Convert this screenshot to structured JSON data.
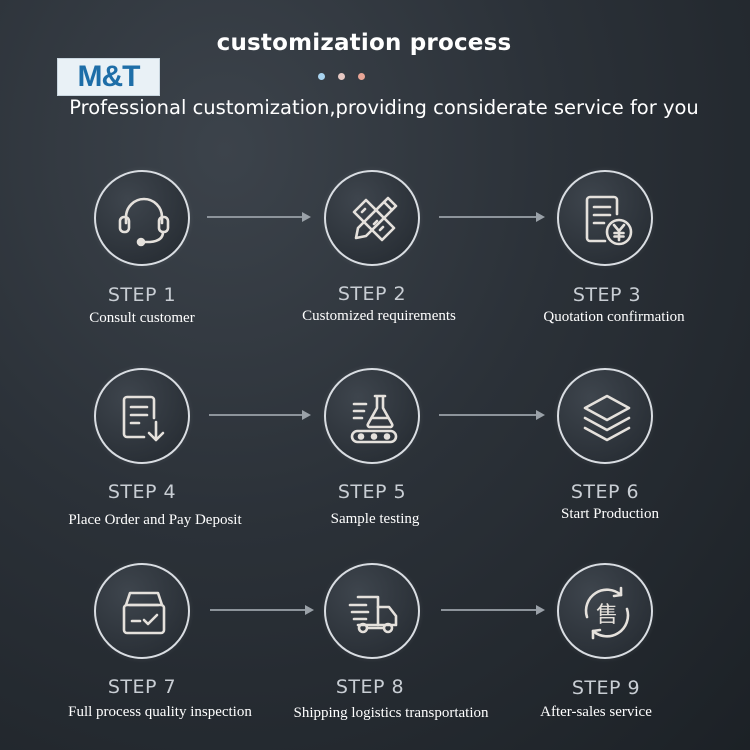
{
  "header": {
    "title": "customization process",
    "subtitle": "Professional customization,providing considerate service for you",
    "logo_text": "M&T",
    "dot_colors": [
      "#a9d4f0",
      "#e7c9c3",
      "#e9a596"
    ]
  },
  "colors": {
    "background": "#2b3138",
    "circle_border": "#d9dde2",
    "icon_stroke": "#e5e1dc",
    "logo_text": "#1e6ea8"
  },
  "steps": [
    {
      "label": "STEP 1",
      "desc": "Consult customer",
      "icon": "headset-icon"
    },
    {
      "label": "STEP 2",
      "desc": "Customized requirements",
      "icon": "pencil-ruler-icon"
    },
    {
      "label": "STEP 3",
      "desc": "Quotation confirmation",
      "icon": "quotation-yen-icon"
    },
    {
      "label": "STEP 4",
      "desc": "Place Order and Pay Deposit",
      "icon": "order-download-icon"
    },
    {
      "label": "STEP 5",
      "desc": "Sample testing",
      "icon": "flask-conveyor-icon"
    },
    {
      "label": "STEP 6",
      "desc": "Start Production",
      "icon": "layers-icon"
    },
    {
      "label": "STEP 7",
      "desc": "Full process quality inspection",
      "icon": "box-check-icon"
    },
    {
      "label": "STEP 8",
      "desc": "Shipping  logistics transportation",
      "icon": "truck-icon"
    },
    {
      "label": "STEP 9",
      "desc": "After-sales service",
      "icon": "after-sales-icon"
    }
  ]
}
